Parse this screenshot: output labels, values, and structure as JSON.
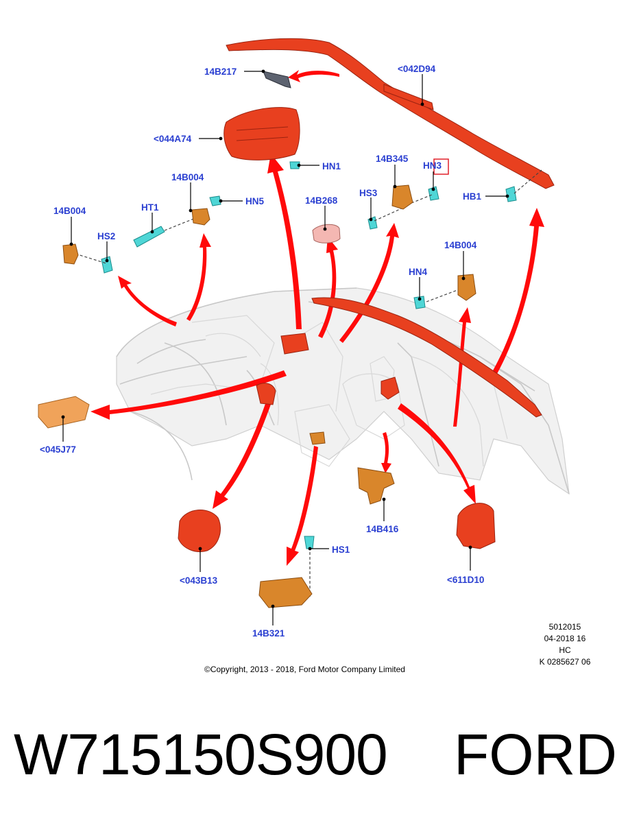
{
  "callouts": {
    "c14b217": "14B217",
    "c042d94": "<042D94",
    "c044a74": "<044A74",
    "hn1": "HN1",
    "c14b345": "14B345",
    "hn3": "HN3",
    "c14b004_a": "14B004",
    "hn5": "HN5",
    "ht1": "HT1",
    "c14b268": "14B268",
    "hs3": "HS3",
    "hb1": "HB1",
    "c14b004_b": "14B004",
    "hs2": "HS2",
    "c14b004_c": "14B004",
    "hn4": "HN4",
    "c045j77": "<045J77",
    "c14b416": "14B416",
    "hs1": "HS1",
    "c043b13": "<043B13",
    "c611d10": "<611D10",
    "c14b321": "14B321"
  },
  "meta": {
    "line1": "5012015",
    "line2": "04-2018 16",
    "line3": "HC",
    "line4": "K 0285627 06"
  },
  "copyright": "©Copyright, 2013 - 2018, Ford Motor Company Limited",
  "footer": {
    "part_number": "W715150S900",
    "brand": "FORD"
  },
  "colors": {
    "callout_text": "#2a3fd1",
    "arrow": "#ff0a0a",
    "airbag_red": "#e8401f",
    "bracket_orange": "#d9862b",
    "fastener_cyan": "#4fd6d6",
    "highlight_box": "#e0202a"
  }
}
